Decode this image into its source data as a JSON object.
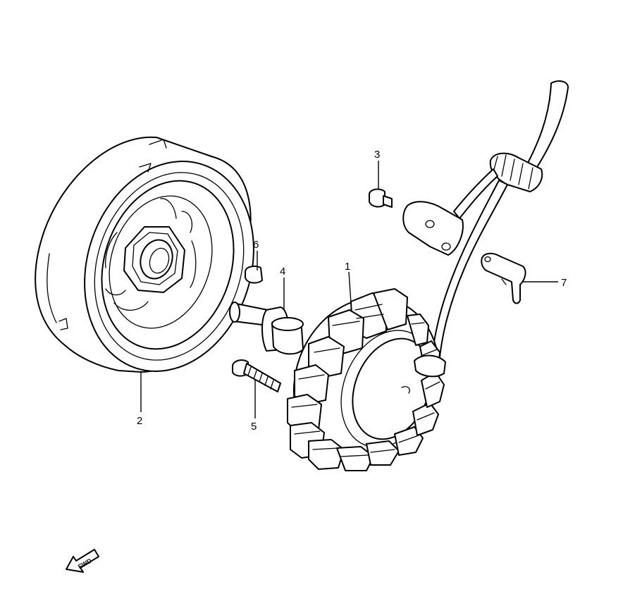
{
  "diagram": {
    "callouts": [
      {
        "id": "1",
        "label": "1"
      },
      {
        "id": "2",
        "label": "2"
      },
      {
        "id": "3",
        "label": "3"
      },
      {
        "id": "4",
        "label": "4"
      },
      {
        "id": "5",
        "label": "5"
      },
      {
        "id": "6",
        "label": "6"
      },
      {
        "id": "7",
        "label": "7"
      }
    ],
    "direction_marker": {
      "label": "FWD",
      "icon": "forward-arrow-icon"
    },
    "colors": {
      "line": "#000000",
      "background": "#ffffff"
    }
  }
}
